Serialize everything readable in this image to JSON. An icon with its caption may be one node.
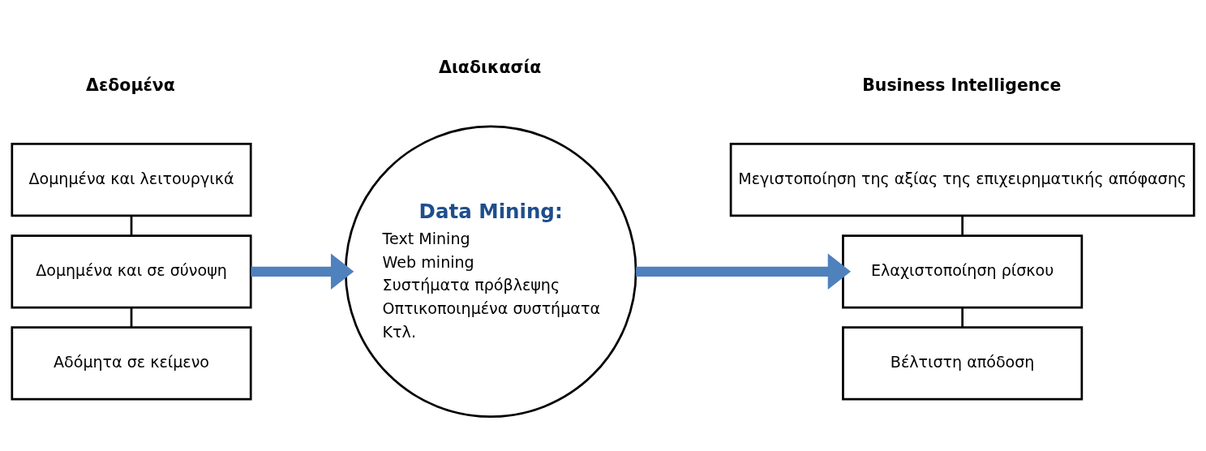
{
  "diagram": {
    "nodes": [
      {
        "text": [
          "Δομημένα και λειτουργικά"
        ]
      },
      {
        "text": [
          "Δομημένα και σε σύνοψη"
        ]
      },
      {
        "text": [
          "Αδόμητα σε κείμενο"
        ]
      },
      {
        "text": [
          "Data Mining:",
          "Text Mining",
          "Web mining",
          "Συστήματα πρόβλεψης",
          "Οπτικοποιημένα συστήματα",
          "Κτλ."
        ]
      },
      {
        "text": [
          "Μεγιστοποίηση της αξίας της επιχειρηματικής απόφασης"
        ]
      },
      {
        "text": [
          "Ελαχιστοποίηση ρίσκου"
        ]
      },
      {
        "text": [
          "Βέλτιστη απόδοση"
        ]
      }
    ],
    "edges": [
      {
        "from": 0,
        "to": 1,
        "arrow": "none"
      },
      {
        "from": 1,
        "to": 2,
        "arrow": "none"
      },
      {
        "from": 1,
        "to": 3,
        "arrow": "to",
        "style": "thick",
        "color": "#4f81bd"
      },
      {
        "from": 3,
        "to": 5,
        "arrow": "to",
        "style": "thick",
        "color": "#4f81bd"
      },
      {
        "from": 4,
        "to": 5,
        "arrow": "none"
      },
      {
        "from": 5,
        "to": 6,
        "arrow": "none"
      }
    ],
    "labels": [
      "Δεδομένα",
      "Διαδικασία",
      "Business Intelligence"
    ]
  }
}
